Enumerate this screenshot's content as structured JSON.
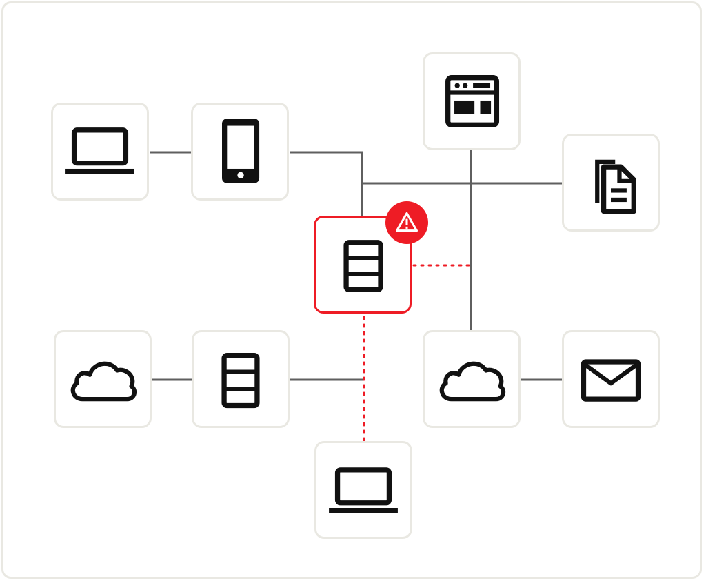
{
  "diagram": {
    "colors": {
      "link": "#5f5f5f",
      "alert": "#ee1c25",
      "tile_border": "#e9e8e2",
      "icon": "#111111"
    },
    "nodes": [
      {
        "id": "laptop-top-left",
        "icon": "laptop-icon"
      },
      {
        "id": "phone",
        "icon": "smartphone-icon"
      },
      {
        "id": "web-window",
        "icon": "browser-window-icon"
      },
      {
        "id": "documents",
        "icon": "documents-icon"
      },
      {
        "id": "central-server",
        "icon": "server-icon",
        "status": "alert"
      },
      {
        "id": "cloud-left",
        "icon": "cloud-icon"
      },
      {
        "id": "server-left",
        "icon": "server-icon"
      },
      {
        "id": "cloud-right",
        "icon": "cloud-icon"
      },
      {
        "id": "mail",
        "icon": "mail-icon"
      },
      {
        "id": "laptop-bottom",
        "icon": "laptop-icon"
      }
    ],
    "links": [
      {
        "from": "laptop-top-left",
        "to": "phone",
        "style": "solid"
      },
      {
        "from": "phone",
        "to": "documents",
        "style": "solid"
      },
      {
        "from": "phone",
        "to": "central-server",
        "style": "solid"
      },
      {
        "from": "web-window",
        "to": "cloud-right",
        "style": "solid"
      },
      {
        "from": "cloud-left",
        "to": "server-left",
        "style": "solid"
      },
      {
        "from": "server-left",
        "to": "laptop-bottom",
        "style": "solid"
      },
      {
        "from": "cloud-right",
        "to": "mail",
        "style": "solid"
      },
      {
        "from": "central-server",
        "to": "web-window",
        "style": "dotted-alert"
      },
      {
        "from": "central-server",
        "to": "laptop-bottom",
        "style": "dotted-alert"
      }
    ],
    "alert_badge": {
      "icon": "warning-icon"
    }
  }
}
